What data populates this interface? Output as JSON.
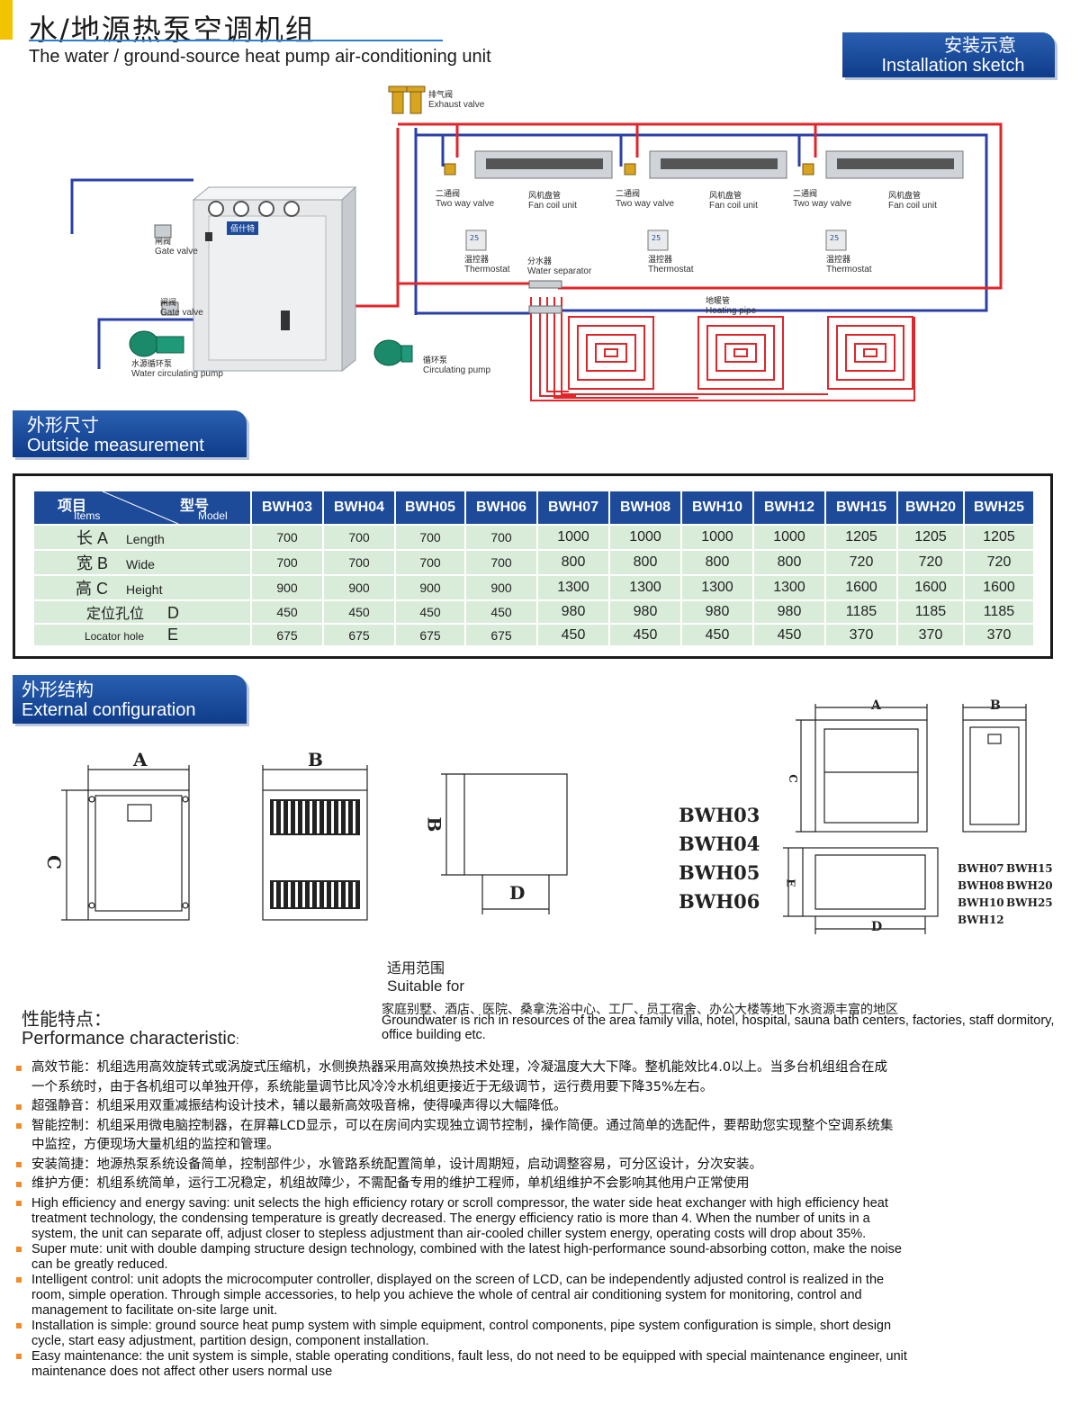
{
  "header": {
    "title_cn": "水/地源热泵空调机组",
    "title_en": "The water / ground-source heat pump air-conditioning unit",
    "install_cn": "安装示意",
    "install_en": "Installation sketch"
  },
  "sketch": {
    "exhaust_cn": "排气阀",
    "exhaust_en": "Exhaust valve",
    "twoway_cn": "二通阀",
    "twoway_en": "Two way valve",
    "fancoil_cn": "风机盘管",
    "fancoil_en": "Fan coil unit",
    "thermo_cn": "温控器",
    "thermo_en": "Thermostat",
    "separator_cn": "分水器",
    "separator_en": "Water separator",
    "heating_cn": "地暖管",
    "heating_en": "Heating pipe",
    "gate_cn": "闸阀",
    "gate_en": "Gate valve",
    "gate2_cn": "闸阀",
    "gate2_en": "Gate valve",
    "watercirc_cn": "水源循环泵",
    "watercirc_en": "Water circulating pump",
    "circ_cn": "循环泵",
    "circ_en": "Circulating pump",
    "brand": "佰什特",
    "thermo_display": "25"
  },
  "outside": {
    "cn": "外形尺寸",
    "en": "Outside  measurement"
  },
  "table": {
    "items_cn": "项目",
    "items_en": "Items",
    "model_cn": "型号",
    "model_en": "Model",
    "models": [
      "BWH03",
      "BWH04",
      "BWH05",
      "BWH06",
      "BWH07",
      "BWH08",
      "BWH10",
      "BWH12",
      "BWH15",
      "BWH20",
      "BWH25"
    ],
    "rows": [
      {
        "cn": "长 A",
        "en": "Length",
        "values": [
          "700",
          "700",
          "700",
          "700",
          "1000",
          "1000",
          "1000",
          "1000",
          "1205",
          "1205",
          "1205"
        ]
      },
      {
        "cn": "宽 B",
        "en": "Wide",
        "values": [
          "700",
          "700",
          "700",
          "700",
          "800",
          "800",
          "800",
          "800",
          "720",
          "720",
          "720"
        ]
      },
      {
        "cn": "高 C",
        "en": "Height",
        "values": [
          "900",
          "900",
          "900",
          "900",
          "1300",
          "1300",
          "1300",
          "1300",
          "1600",
          "1600",
          "1600"
        ]
      },
      {
        "cn": "D",
        "values": [
          "450",
          "450",
          "450",
          "450",
          "980",
          "980",
          "980",
          "980",
          "1185",
          "1185",
          "1185"
        ]
      },
      {
        "cn": "E",
        "values": [
          "675",
          "675",
          "675",
          "675",
          "450",
          "450",
          "450",
          "450",
          "370",
          "370",
          "370"
        ]
      }
    ],
    "locator_cn": "定位孔位",
    "locator_en": "Locator  hole"
  },
  "external": {
    "cn": "外形结构",
    "en": "External configuration"
  },
  "drawings": {
    "A": "A",
    "B": "B",
    "C": "C",
    "D": "D",
    "E": "E",
    "small_models": [
      "BWH03",
      "BWH04",
      "BWH05",
      "BWH06"
    ],
    "large_models_col1": [
      "BWH07",
      "BWH08",
      "BWH10",
      "BWH12"
    ],
    "large_models_col2": [
      "BWH15",
      "BWH20",
      "BWH25"
    ]
  },
  "suitable": {
    "cn": "适用范围",
    "en": "Suitable  for",
    "desc_cn": "家庭别墅、酒店、医院、桑拿洗浴中心、工厂、员工宿舍、办公大楼等地下水资源丰富的地区",
    "desc_en": "Groundwater is rich in resources of the area family villa, hotel, hospital, sauna bath centers, factories, staff dormitory, office building etc."
  },
  "performance": {
    "cn": "性能特点：",
    "en": "Performance characteristic",
    "en_colon": ":",
    "cn_items": [
      [
        "高效节能：机组选用高效旋转式或涡旋式压缩机，水侧换热器采用高效换热技术处理，冷凝温度大大下降。整机能效比4.0以上。当多台机组组合在成",
        "一个系统时，由于各机组可以单独开停，系统能量调节比风冷冷水机组更接近于无级调节，运行费用要下降35%左右。"
      ],
      [
        "超强静音：机组采用双重减振结构设计技术，辅以最新高效吸音棉，使得噪声得以大幅降低。"
      ],
      [
        "智能控制：机组采用微电脑控制器，在屏幕LCD显示，可以在房间内实现独立调节控制，操作简便。通过简单的选配件，要帮助您实现整个空调系统集",
        "中监控，方便现场大量机组的监控和管理。"
      ],
      [
        "安装简捷：地源热泵系统设备简单，控制部件少，水管路系统配置简单，设计周期短，启动调整容易，可分区设计，分次安装。"
      ],
      [
        "维护方便：机组系统简单，运行工况稳定，机组故障少，不需配备专用的维护工程师，单机组维护不会影响其他用户正常使用"
      ]
    ],
    "en_items": [
      [
        "High efficiency and energy saving: unit selects the high efficiency rotary or scroll compressor, the water side heat exchanger with high efficiency heat",
        "treatment technology, the condensing temperature is greatly decreased. The energy efficiency ratio is more than 4. When the number of units in a",
        "system, the unit can separate off, adjust closer to stepless adjustment than air-cooled chiller system energy, operating costs will drop about 35%."
      ],
      [
        "Super mute: unit with double damping structure design technology, combined with the latest high-performance sound-absorbing cotton, make the noise",
        "can be greatly reduced."
      ],
      [
        "Intelligent control: unit adopts the microcomputer controller, displayed on the screen of LCD, can be independently adjusted control is realized in the",
        "room, simple operation. Through simple accessories, to help you achieve the whole of central air conditioning system for monitoring, control and",
        "management to facilitate on-site large unit."
      ],
      [
        "Installation is simple: ground source heat pump system with simple equipment, control components, pipe system configuration is simple, short design",
        "cycle, start easy adjustment, partition design, component installation."
      ],
      [
        "Easy maintenance: the unit system is simple, stable operating conditions, fault less, do not need to be equipped with special maintenance engineer, unit",
        "maintenance does not affect other users normal use"
      ]
    ]
  },
  "colors": {
    "accent_blue": "#1d4b9a",
    "table_cell": "#d8ecd9",
    "bullet": "#f28c28",
    "pipe_red": "#e0262b",
    "pipe_blue": "#2b3fa8"
  }
}
